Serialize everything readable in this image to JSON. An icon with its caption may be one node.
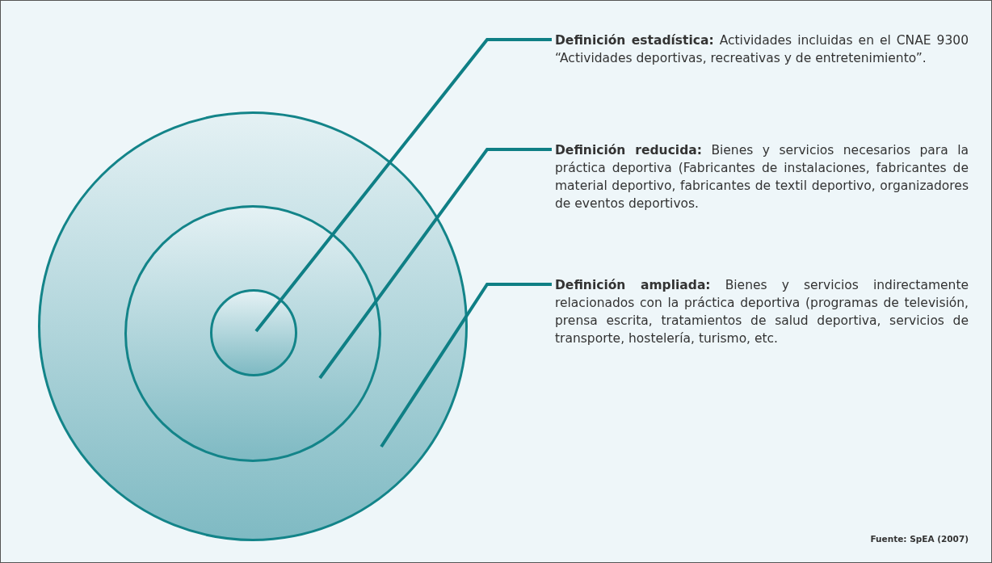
{
  "diagram": {
    "nodes": [
      {
        "text": [],
        "shape": "circle"
      },
      {
        "text": [],
        "shape": "circle",
        "in": 0
      },
      {
        "text": [],
        "shape": "circle",
        "in": 1
      },
      {
        "text": [
          "**Definición estadística:** Actividades incluidas en el CNAE 9300 “Actividades deportivas, recreativas y de entretenimiento”."
        ]
      },
      {
        "text": [
          "**Definición reducida:** Bienes y servicios necesarios para la práctica deportiva (Fabricantes de instalaciones, fabricantes de material deportivo, fabricantes de textil deportivo, organizadores de eventos deportivos."
        ]
      },
      {
        "text": [
          "**Definición ampliada:** Bienes y servicios indirectamente relacionados con la práctica deportiva (programas de televisión, prensa escrita, tratamientos de salud deportiva, servicios de transporte, hostelería, turismo, etc."
        ]
      }
    ],
    "edges": [
      {
        "from": 3,
        "to": 2,
        "arrow": "none"
      },
      {
        "from": 4,
        "to": 1,
        "arrow": "none"
      },
      {
        "from": 5,
        "to": 0,
        "arrow": "none"
      }
    ],
    "labels": [
      "Fuente: SpEA (2007)"
    ]
  }
}
